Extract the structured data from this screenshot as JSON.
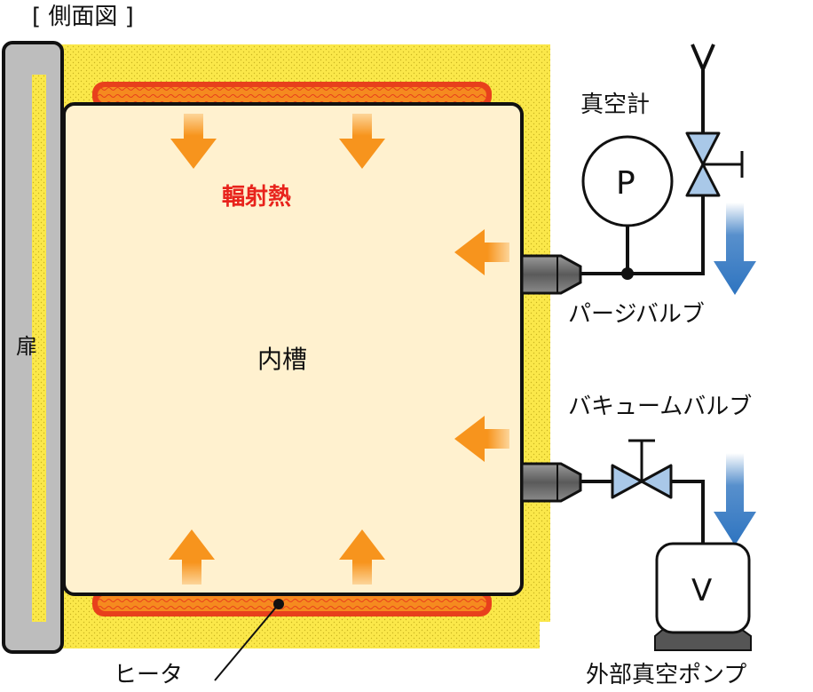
{
  "labels": {
    "view_title": "[ 側面図 ]",
    "door": "扉",
    "radiant_heat": "輻射熱",
    "inner_chamber": "内槽",
    "vacuum_gauge": "真空計",
    "gauge_symbol": "P",
    "purge_valve": "パージバルブ",
    "vacuum_valve": "バキュームバルブ",
    "pump_symbol": "V",
    "external_pump": "外部真空ポンプ",
    "heater": "ヒータ"
  },
  "colors": {
    "insulation": "#FBE84A",
    "chamber": "#FFF1CF",
    "heater_outer": "#E8401C",
    "heater_inner": "#F58A1F",
    "heat_arrow": "#F7941D",
    "radiant_text": "#E8231C",
    "flow_arrow": "#2E74C0",
    "valve": "#A9C8E8",
    "door": "#BDBDBD",
    "pump_base": "#555555"
  },
  "icons": {
    "heat_arrow": "heat-arrow-icon",
    "flow_arrow": "flow-arrow-icon",
    "valve": "valve-icon",
    "gauge": "pressure-gauge-icon",
    "pump": "vacuum-pump-icon"
  }
}
